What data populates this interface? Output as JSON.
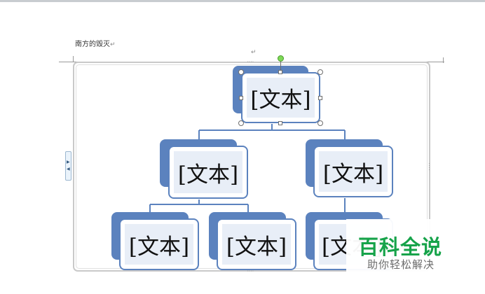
{
  "document": {
    "text_line": "南方的毁灭",
    "paragraph_mark": "↵"
  },
  "smartart": {
    "nodes": [
      {
        "id": "root",
        "label": "[文本]"
      },
      {
        "id": "child-left",
        "label": "[文本]"
      },
      {
        "id": "child-right",
        "label": "[文本]"
      },
      {
        "id": "grandchild-1",
        "label": "[文本]"
      },
      {
        "id": "grandchild-2",
        "label": "[文本]"
      },
      {
        "id": "grandchild-3",
        "label": "[文本]"
      }
    ],
    "colors": {
      "accent": "#5b82be",
      "node_fill": "#e8eef7",
      "connector": "#5b82be",
      "rotation_handle": "#7ed957"
    }
  },
  "watermark": {
    "title": "百科全说",
    "subtitle": "助你轻松解决",
    "color": "#16a34a"
  }
}
